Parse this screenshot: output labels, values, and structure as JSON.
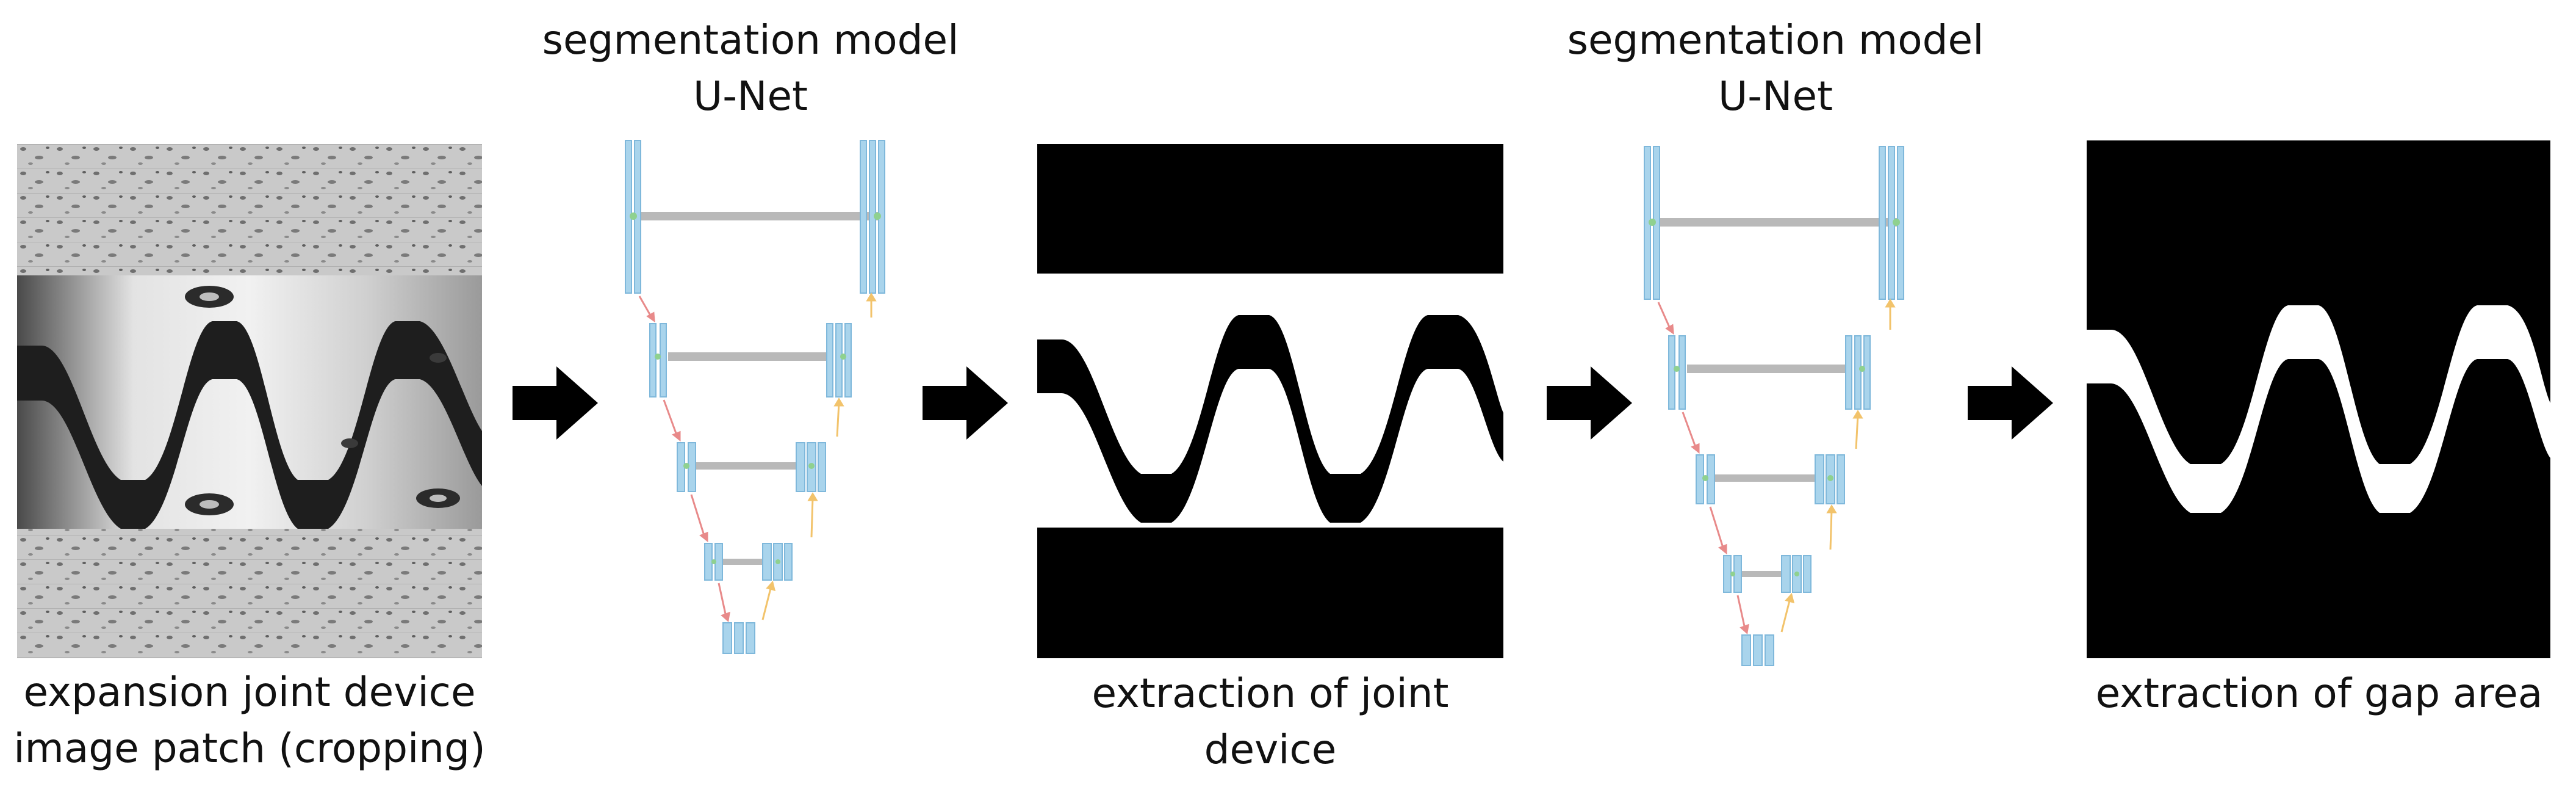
{
  "stages": [
    {
      "id": "input",
      "caption_lines": [
        "expansion joint device",
        "image patch (cropping)"
      ]
    },
    {
      "id": "unet1",
      "caption_lines": [
        "segmentation model",
        "U-Net"
      ]
    },
    {
      "id": "joint",
      "caption_lines": [
        "extraction of joint",
        "device"
      ]
    },
    {
      "id": "unet2",
      "caption_lines": [
        "segmentation model",
        "U-Net"
      ]
    },
    {
      "id": "gap",
      "caption_lines": [
        "extraction of gap area"
      ]
    }
  ],
  "colors": {
    "arrow": "#000000",
    "unet_block": "#a9d4ec",
    "unet_block_edge": "#7fb8db",
    "skip_line": "#b9b9b9",
    "down_arrow": "#e88a8a",
    "up_arrow": "#f2c36b",
    "conv_dot": "#8fd18f"
  }
}
